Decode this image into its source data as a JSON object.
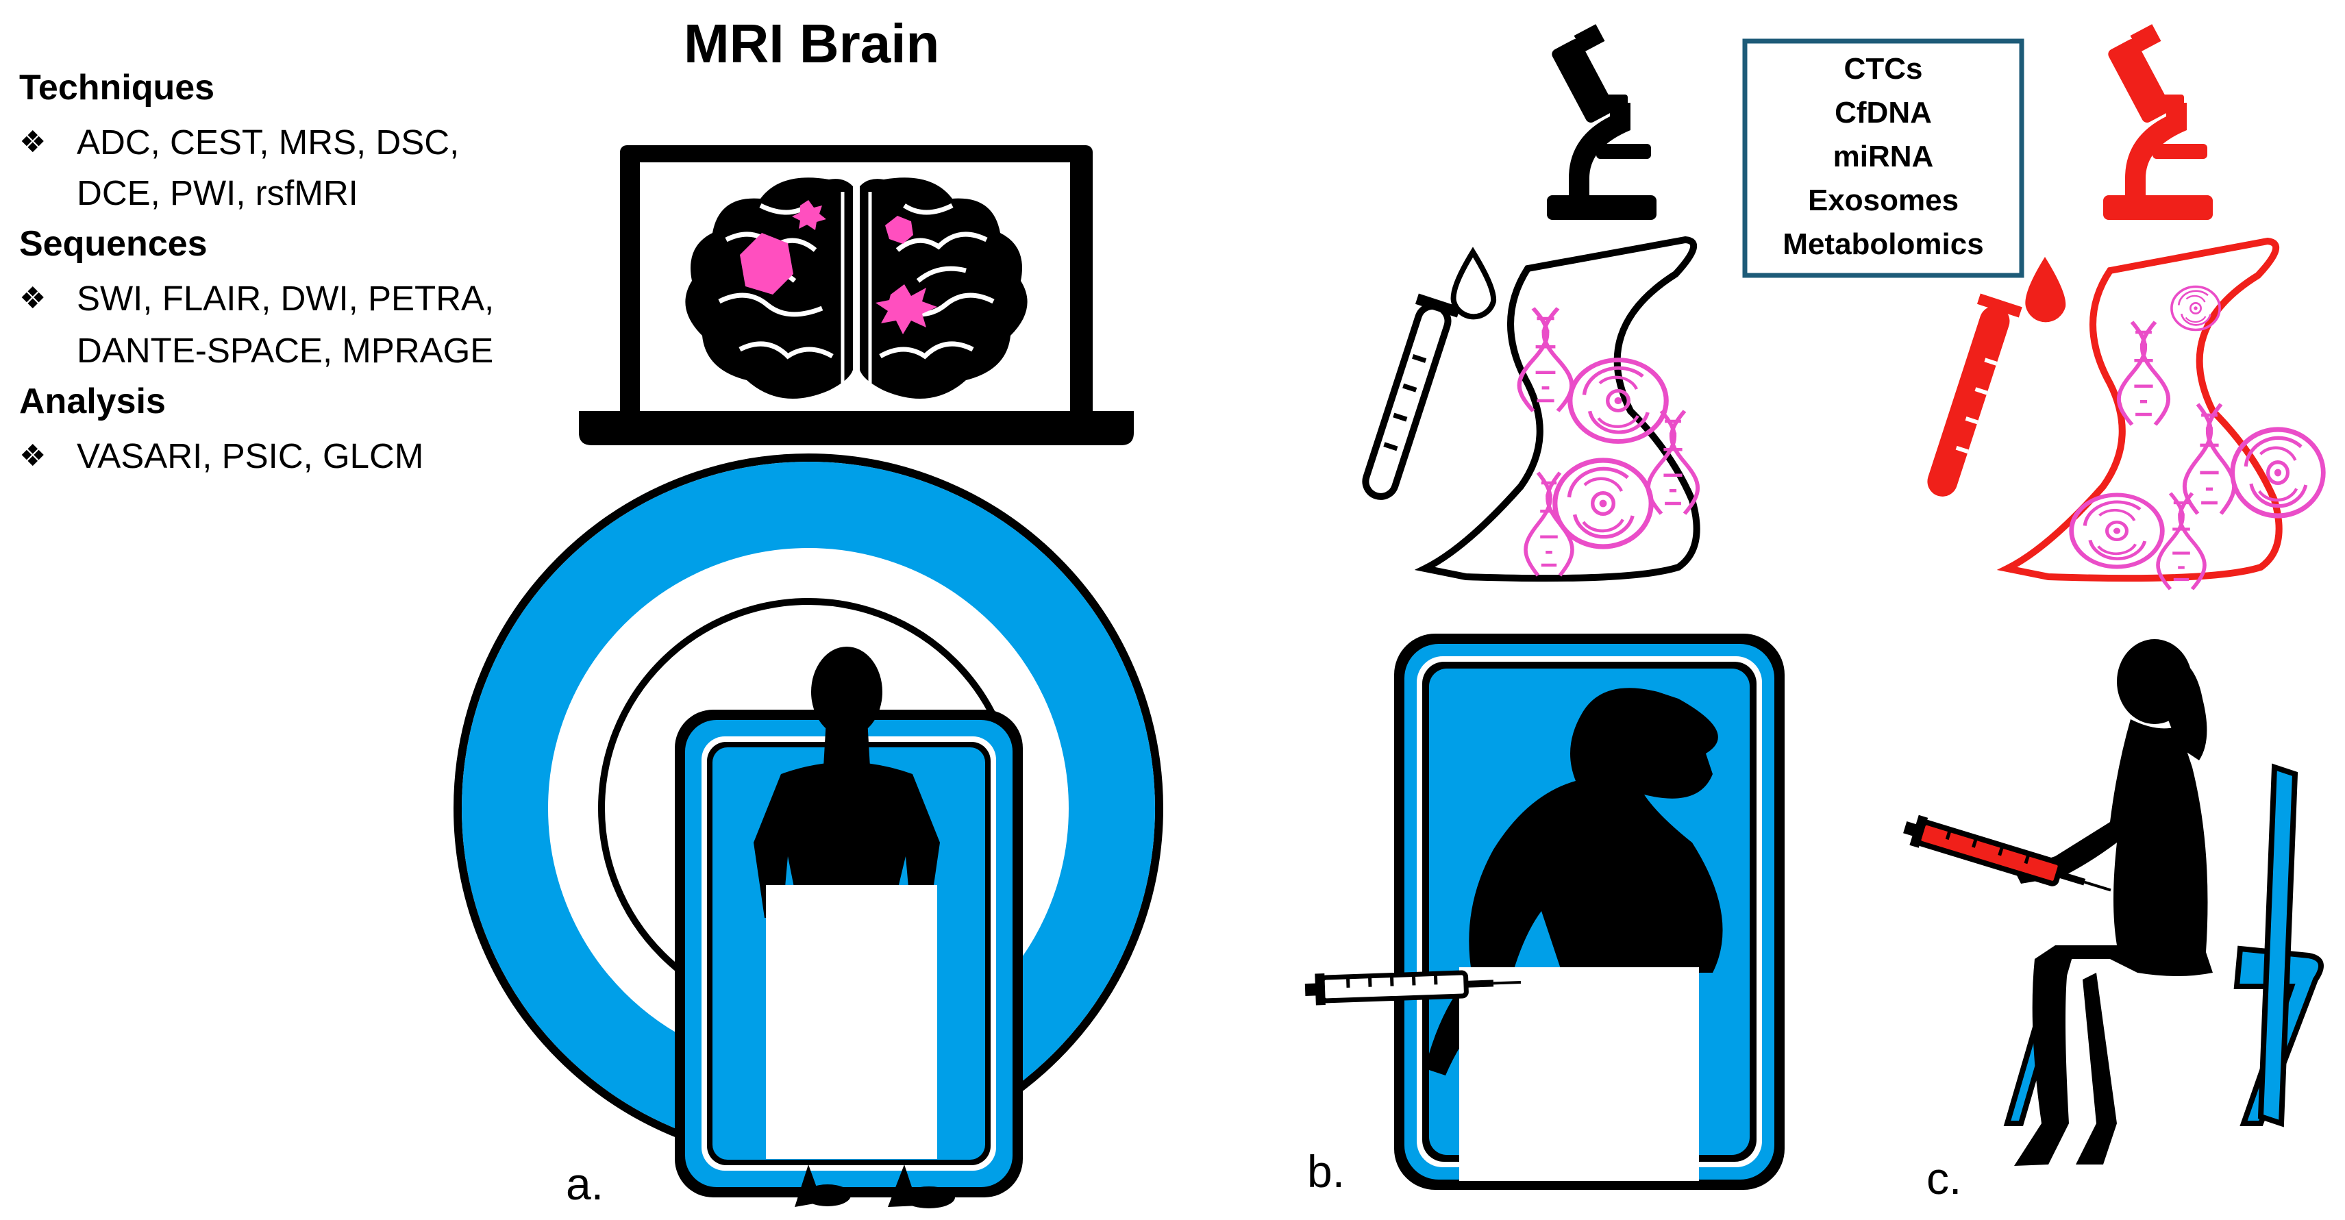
{
  "title": "MRI Brain",
  "sections": [
    {
      "heading": "Techniques",
      "lines": [
        "ADC, CEST, MRS, DSC,",
        "DCE, PWI, rsfMRI"
      ]
    },
    {
      "heading": "Sequences",
      "lines": [
        "SWI, FLAIR, DWI, PETRA,",
        "DANTE-SPACE, MPRAGE"
      ]
    },
    {
      "heading": "Analysis",
      "lines": [
        "VASARI, PSIC, GLCM"
      ]
    }
  ],
  "bullet_glyph": "❖",
  "biomarkers": [
    "CTCs",
    "CfDNA",
    "miRNA",
    "Exosomes",
    "Metabolomics"
  ],
  "panel_labels": [
    "a.",
    "b.",
    "c."
  ],
  "colors": {
    "scanner_blue": "#009fe8",
    "tumor_pink": "#ff4fbf",
    "dna_pink": "#ea4dc8",
    "blood_red": "#f0201a",
    "box_border": "#1d5b78",
    "silhouette": "#000000"
  },
  "icons": [
    "laptop-icon",
    "brain-icon",
    "microscope-icon",
    "test-tube-icon",
    "droplet-icon",
    "dna-icon",
    "cell-icon",
    "syringe-icon",
    "chair-icon",
    "mri-scanner-icon",
    "person-silhouette-icon"
  ]
}
